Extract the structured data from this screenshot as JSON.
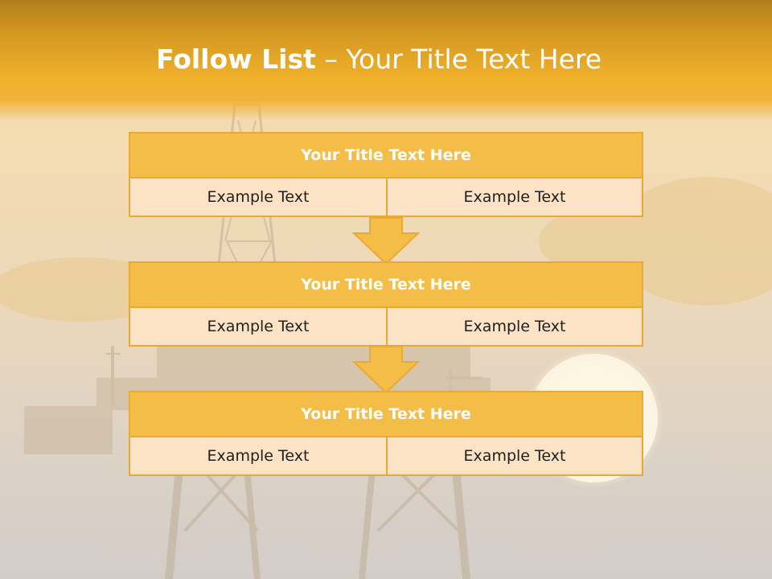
{
  "slide": {
    "title_bold": "Follow List",
    "title_rest": " – Your Title Text Here"
  },
  "blocks": [
    {
      "title": "Your Title Text Here",
      "left": "Example Text",
      "right": "Example Text"
    },
    {
      "title": "Your Title Text Here",
      "left": "Example Text",
      "right": "Example Text"
    },
    {
      "title": "Your Title Text Here",
      "left": "Example Text",
      "right": "Example Text"
    }
  ],
  "colors": {
    "header": "#efaf2a",
    "block_title_fill": "#f3bd48",
    "cell_fill": "#fde3c5",
    "border": "#eaa935",
    "arrow_fill": "#f3bd48"
  }
}
